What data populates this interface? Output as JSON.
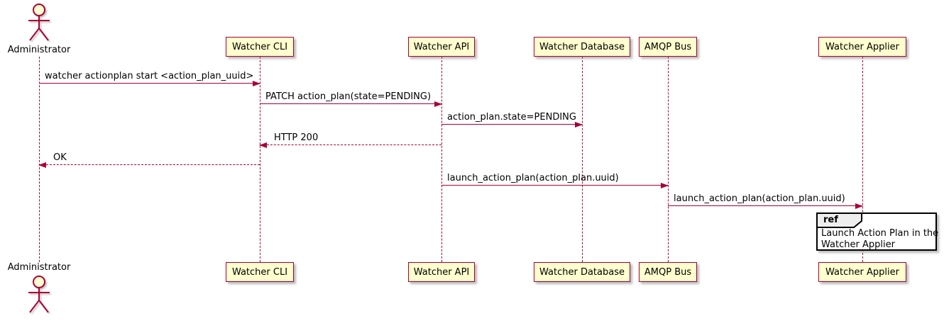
{
  "diagram": {
    "type": "sequence-diagram",
    "actor": {
      "name": "Administrator"
    },
    "participants": [
      {
        "name": "Watcher CLI"
      },
      {
        "name": "Watcher API"
      },
      {
        "name": "Watcher Database"
      },
      {
        "name": "AMQP Bus"
      },
      {
        "name": "Watcher Applier"
      }
    ],
    "messages": [
      {
        "from": "Administrator",
        "to": "Watcher CLI",
        "label": "watcher actionplan start <action_plan_uuid>",
        "style": "solid",
        "direction": "right"
      },
      {
        "from": "Watcher CLI",
        "to": "Watcher API",
        "label": "PATCH action_plan(state=PENDING)",
        "style": "solid",
        "direction": "right"
      },
      {
        "from": "Watcher API",
        "to": "Watcher Database",
        "label": "action_plan.state=PENDING",
        "style": "solid",
        "direction": "right"
      },
      {
        "from": "Watcher API",
        "to": "Watcher CLI",
        "label": "HTTP 200",
        "style": "dashed",
        "direction": "left"
      },
      {
        "from": "Watcher CLI",
        "to": "Administrator",
        "label": "OK",
        "style": "dashed",
        "direction": "left"
      },
      {
        "from": "Watcher API",
        "to": "AMQP Bus",
        "label": "launch_action_plan(action_plan.uuid)",
        "style": "solid",
        "direction": "right"
      },
      {
        "from": "AMQP Bus",
        "to": "Watcher Applier",
        "label": "launch_action_plan(action_plan.uuid)",
        "style": "solid",
        "direction": "right"
      }
    ],
    "ref": {
      "keyword": "ref",
      "over": "Watcher Applier",
      "line1": "Launch Action Plan in the",
      "line2": "Watcher Applier"
    },
    "colors": {
      "participant_fill": "#FEFECE",
      "participant_border": "#A80036",
      "arrow": "#A80036",
      "lifeline": "#A80036",
      "ref_border": "#000000",
      "ref_tab_fill": "#EEEEEE",
      "text": "#000000",
      "background": "#FFFFFF"
    }
  }
}
